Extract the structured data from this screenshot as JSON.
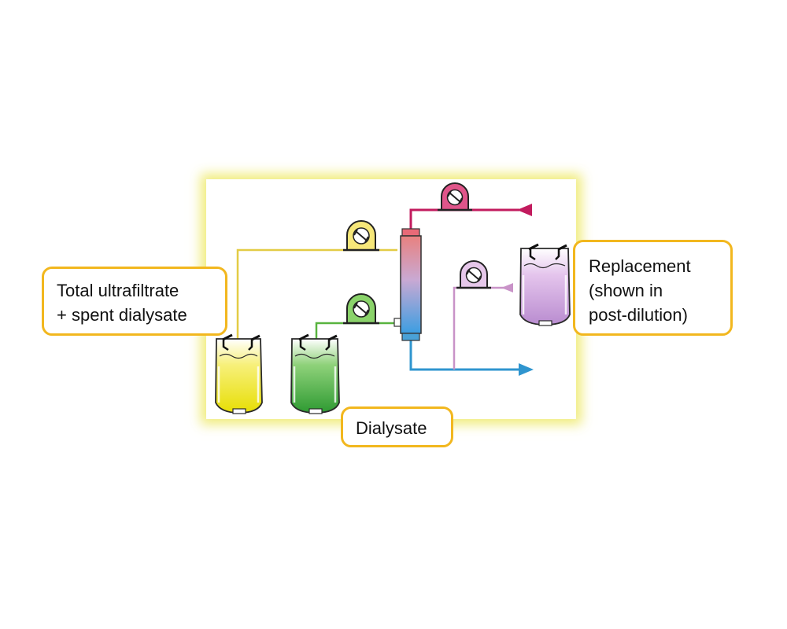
{
  "labels": {
    "ultrafiltrate": {
      "line1": "Total ultrafiltrate",
      "line2": "+ spent dialysate"
    },
    "replacement": {
      "line1": "Replacement",
      "line2": "(shown in",
      "line3": "post-dilution)"
    },
    "dialysate": "Dialysate"
  },
  "colors": {
    "effluent": "#e3cc45",
    "dialysate": "#58b33f",
    "blood_in": "#c21b5e",
    "blood_out": "#2f95cf",
    "replacement": "#c993c8",
    "callout_border": "#f2b71e",
    "panel_glow": "#eeea6e"
  },
  "icons": {
    "pumps": [
      "effluent-pump-icon",
      "dialysate-pump-icon",
      "blood-pump-icon",
      "replacement-pump-icon"
    ],
    "bags": [
      "effluent-bag-icon",
      "dialysate-bag-icon",
      "replacement-bag-icon"
    ],
    "filter": "hemofilter-icon"
  }
}
